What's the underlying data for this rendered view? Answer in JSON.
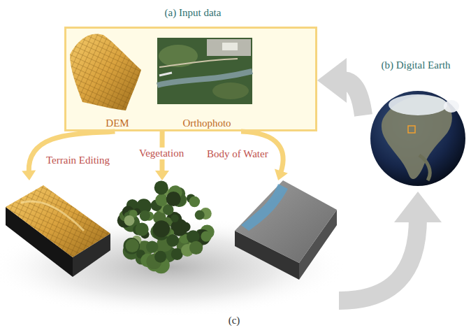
{
  "diagram": {
    "nodes": [
      {
        "text": [
          "(a) Input data",
          "DEM",
          "Orthophoto"
        ]
      },
      {
        "text": [
          "(b) Digital Earth"
        ]
      },
      {
        "text": [
          "(c)"
        ]
      }
    ],
    "edges": [
      {
        "from": 1,
        "to": 0,
        "arrow": "to"
      },
      {
        "from": 0,
        "to": 2,
        "label": "Terrain Editing",
        "arrow": "to"
      },
      {
        "from": 0,
        "to": 2,
        "label": "Vegetation",
        "arrow": "to"
      },
      {
        "from": 0,
        "to": 2,
        "label": "Body of Water",
        "arrow": "to"
      },
      {
        "from": 2,
        "to": 1,
        "arrow": "to"
      }
    ]
  }
}
